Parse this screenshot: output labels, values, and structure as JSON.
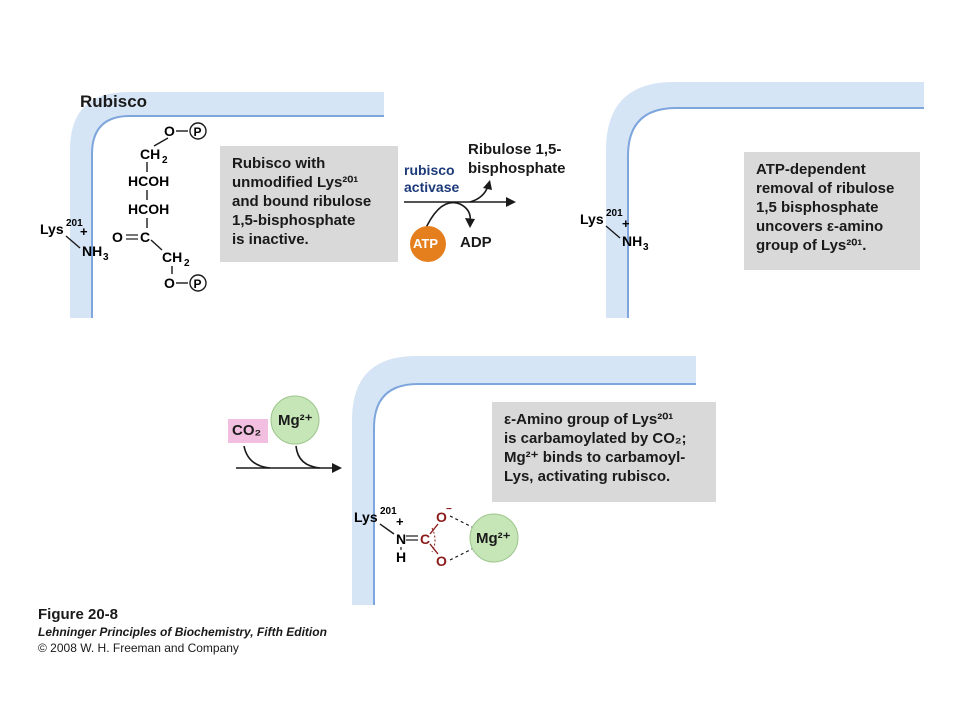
{
  "panel1": {
    "title": "Rubisco",
    "box_lines": [
      "Rubisco with",
      "unmodified Lys²⁰¹",
      "and bound ribulose",
      "1,5-bisphosphate",
      "is inactive."
    ]
  },
  "step1": {
    "enzyme": "rubisco activase",
    "product": "Ribulose 1,5-bisphosphate",
    "atp": "ATP",
    "adp": "ADP"
  },
  "panel2": {
    "box_lines": [
      "ATP-dependent",
      "removal of ribulose",
      "1,5 bisphosphate",
      "uncovers ε-amino",
      "group of Lys²⁰¹."
    ]
  },
  "step2": {
    "co2": "CO₂",
    "mg": "Mg²⁺"
  },
  "panel3": {
    "box_lines": [
      "ε-Amino group of Lys²⁰¹",
      "is carbamoylated by CO₂;",
      "Mg²⁺ binds to carbamoyl-",
      "Lys, activating rubisco."
    ]
  },
  "caption": {
    "figure": "Figure 20-8",
    "book": "Lehninger Principles of Biochemistry, Fifth Edition",
    "copyright": "© 2008 W. H. Freeman and Company"
  },
  "colors": {
    "membrane": "#cfe0f4",
    "membrane_line": "#8fb3e0",
    "atp": "#e57f1e",
    "mg": "#c6e6b8",
    "co2": "#f2bfe0",
    "activase": "#1d3b7a",
    "carbamoyl": "#8b1a1a"
  }
}
